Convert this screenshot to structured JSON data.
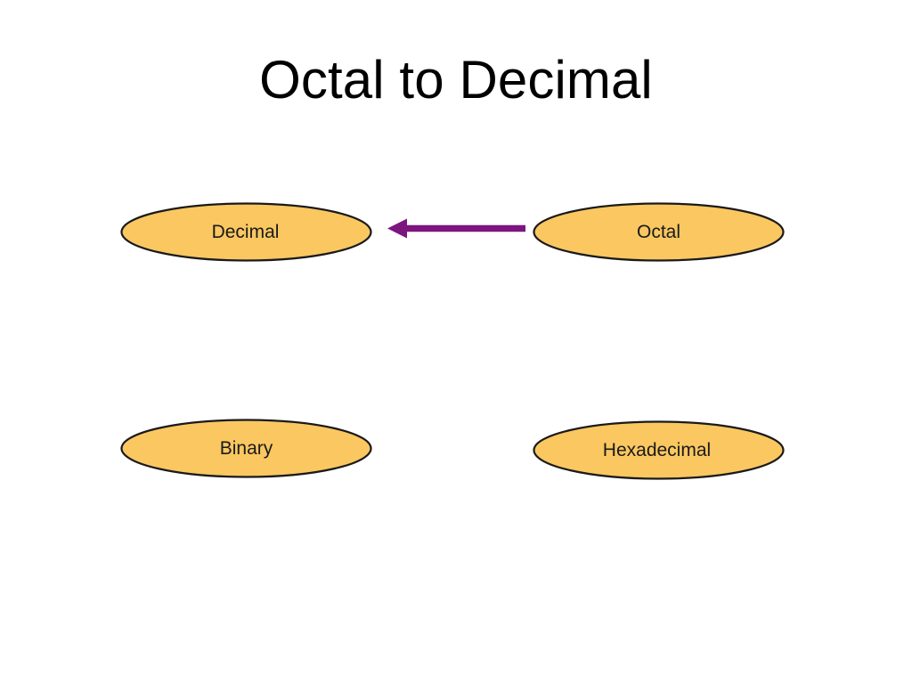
{
  "slide": {
    "title": "Octal to Decimal",
    "background_color": "#ffffff",
    "title_color": "#000000"
  },
  "theme": {
    "node_fill": "#fac761",
    "node_stroke": "#1a1a1a",
    "node_text_color": "#1a1a1a",
    "arrow_color": "#7d157f"
  },
  "diagram": {
    "type": "number-system-conversion-map",
    "nodes": [
      {
        "id": "decimal",
        "label": "Decimal",
        "shape": "ellipse",
        "fill": "#fac761",
        "stroke": "#1a1a1a"
      },
      {
        "id": "octal",
        "label": "Octal",
        "shape": "ellipse",
        "fill": "#fac761",
        "stroke": "#1a1a1a"
      },
      {
        "id": "binary",
        "label": "Binary",
        "shape": "ellipse",
        "fill": "#fac761",
        "stroke": "#1a1a1a"
      },
      {
        "id": "hexadecimal",
        "label": "Hexadecimal",
        "shape": "ellipse",
        "fill": "#fac761",
        "stroke": "#1a1a1a"
      }
    ],
    "connectors": [
      {
        "id": "octal-to-decimal",
        "from": "octal",
        "to": "decimal",
        "direction": "left",
        "style": "solid-block-arrow",
        "color": "#7d157f",
        "label": ""
      }
    ]
  }
}
